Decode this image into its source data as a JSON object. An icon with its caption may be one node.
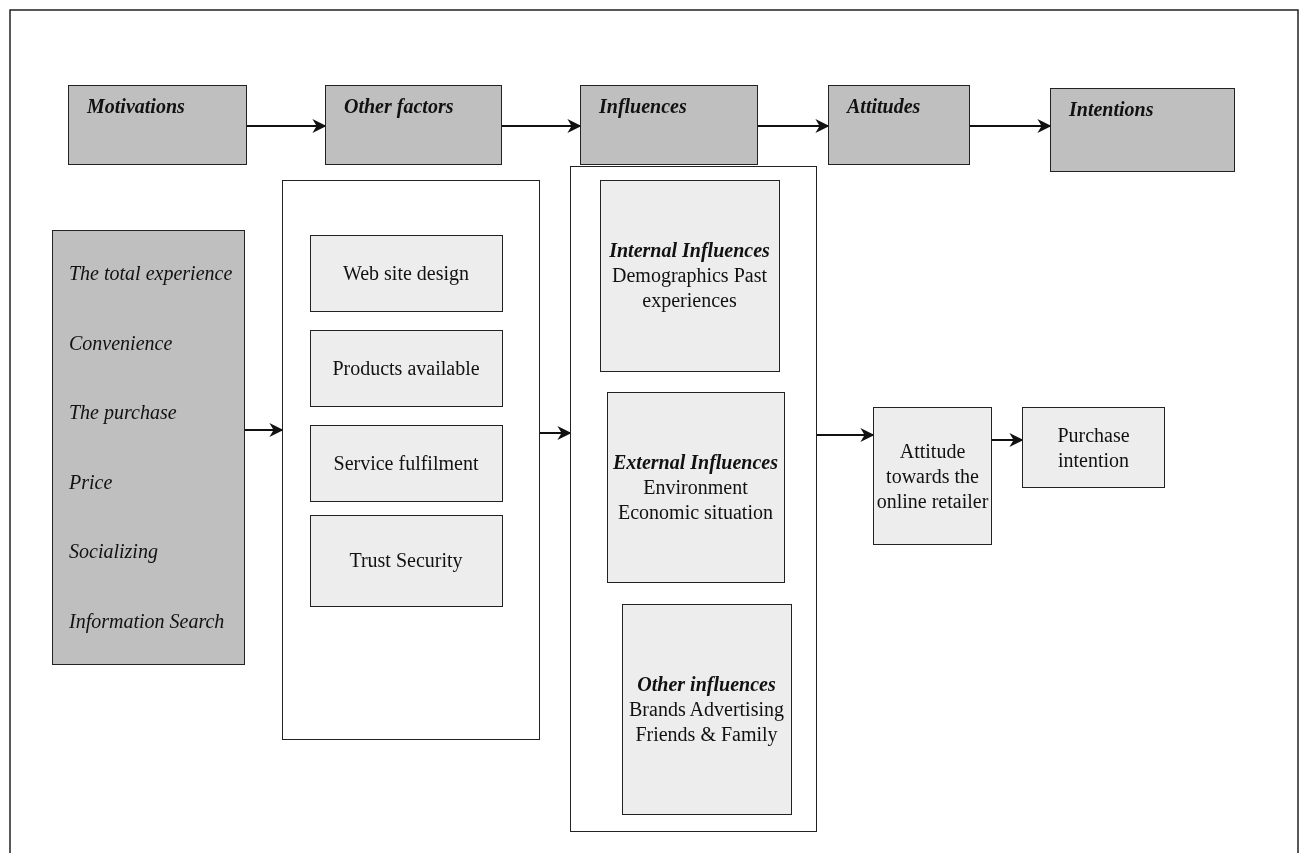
{
  "diagram": {
    "nodes": [
      {
        "text": [
          "Motivations"
        ]
      },
      {
        "text": [
          "Other factors"
        ]
      },
      {
        "text": [
          "Influences"
        ]
      },
      {
        "text": [
          "Attitudes"
        ]
      },
      {
        "text": [
          "Intentions"
        ]
      },
      {
        "text": [
          "The total experience",
          "Convenience",
          "The purchase",
          "Price",
          "Socializing",
          "Information Search"
        ]
      },
      {
        "text": [],
        "shape": "box"
      },
      {
        "text": [
          "Web site design"
        ],
        "in": 6
      },
      {
        "text": [
          "Products available"
        ],
        "in": 6
      },
      {
        "text": [
          "Service fulfilment"
        ],
        "in": 6
      },
      {
        "text": [
          "Trust Security"
        ],
        "in": 6
      },
      {
        "text": [],
        "shape": "box"
      },
      {
        "text": [
          "Internal Influences",
          "Demographics Past experiences"
        ],
        "in": 11
      },
      {
        "text": [
          "External Influences",
          "Environment Economic situation"
        ],
        "in": 11
      },
      {
        "text": [
          "Other influences",
          "Brands Advertising Friends & Family"
        ],
        "in": 11
      },
      {
        "text": [
          "Attitude towards the online retailer"
        ]
      },
      {
        "text": [
          "Purchase intention"
        ]
      }
    ],
    "edges": [
      {
        "from": 0,
        "to": 1,
        "arrow": "to"
      },
      {
        "from": 1,
        "to": 2,
        "arrow": "to"
      },
      {
        "from": 2,
        "to": 3,
        "arrow": "to"
      },
      {
        "from": 3,
        "to": 4,
        "arrow": "to"
      },
      {
        "from": 5,
        "to": 6,
        "arrow": "to"
      },
      {
        "from": 6,
        "to": 11,
        "arrow": "to"
      },
      {
        "from": 11,
        "to": 15,
        "arrow": "to"
      },
      {
        "from": 15,
        "to": 16,
        "arrow": "to"
      }
    ]
  }
}
